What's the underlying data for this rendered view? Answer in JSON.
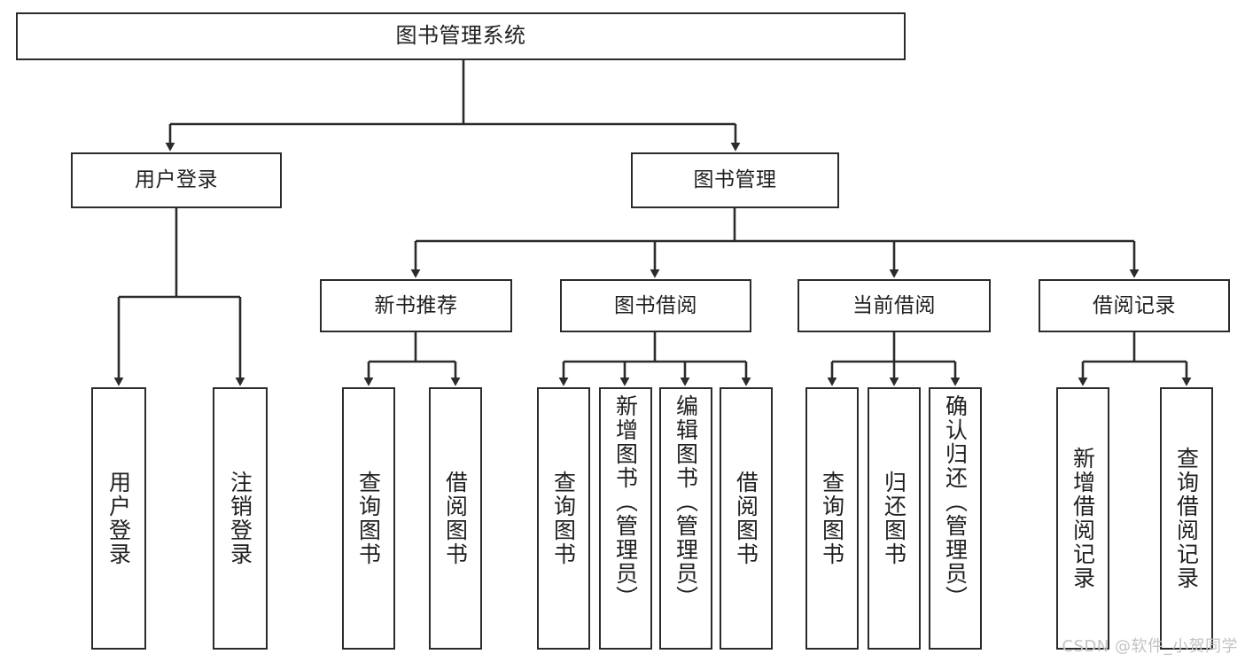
{
  "diagram": {
    "title": "图书管理系统",
    "type": "tree-hierarchy",
    "orientation": "top-down",
    "colors": {
      "background": "#ffffff",
      "box_border": "#2b2b2b",
      "box_fill": "#ffffff",
      "connector": "#2b2b2b",
      "text": "#1f1f1f",
      "watermark": "#c3c3c3"
    },
    "watermark": "CSDN @软件_小贺同学"
  },
  "nodes": {
    "root": {
      "label": "图书管理系统"
    },
    "tier1": [
      {
        "label": "用户登录"
      },
      {
        "label": "图书管理"
      }
    ],
    "tier2": [
      {
        "label": "新书推荐"
      },
      {
        "label": "图书借阅"
      },
      {
        "label": "当前借阅"
      },
      {
        "label": "借阅记录"
      }
    ],
    "leaves": {
      "user_login": [
        {
          "label": "用户登录"
        },
        {
          "label": "注销登录"
        }
      ],
      "new_book_recommend": [
        {
          "label": "查询图书"
        },
        {
          "label": "借阅图书"
        }
      ],
      "book_borrow": [
        {
          "label": "查询图书"
        },
        {
          "label": "新增图书（管理员）"
        },
        {
          "label": "编辑图书（管理员）"
        },
        {
          "label": "借阅图书"
        }
      ],
      "current_borrow": [
        {
          "label": "查询图书"
        },
        {
          "label": "归还图书"
        },
        {
          "label": "确认归还（管理员）"
        }
      ],
      "borrow_record": [
        {
          "label": "新增借阅记录"
        },
        {
          "label": "查询借阅记录"
        }
      ]
    }
  }
}
